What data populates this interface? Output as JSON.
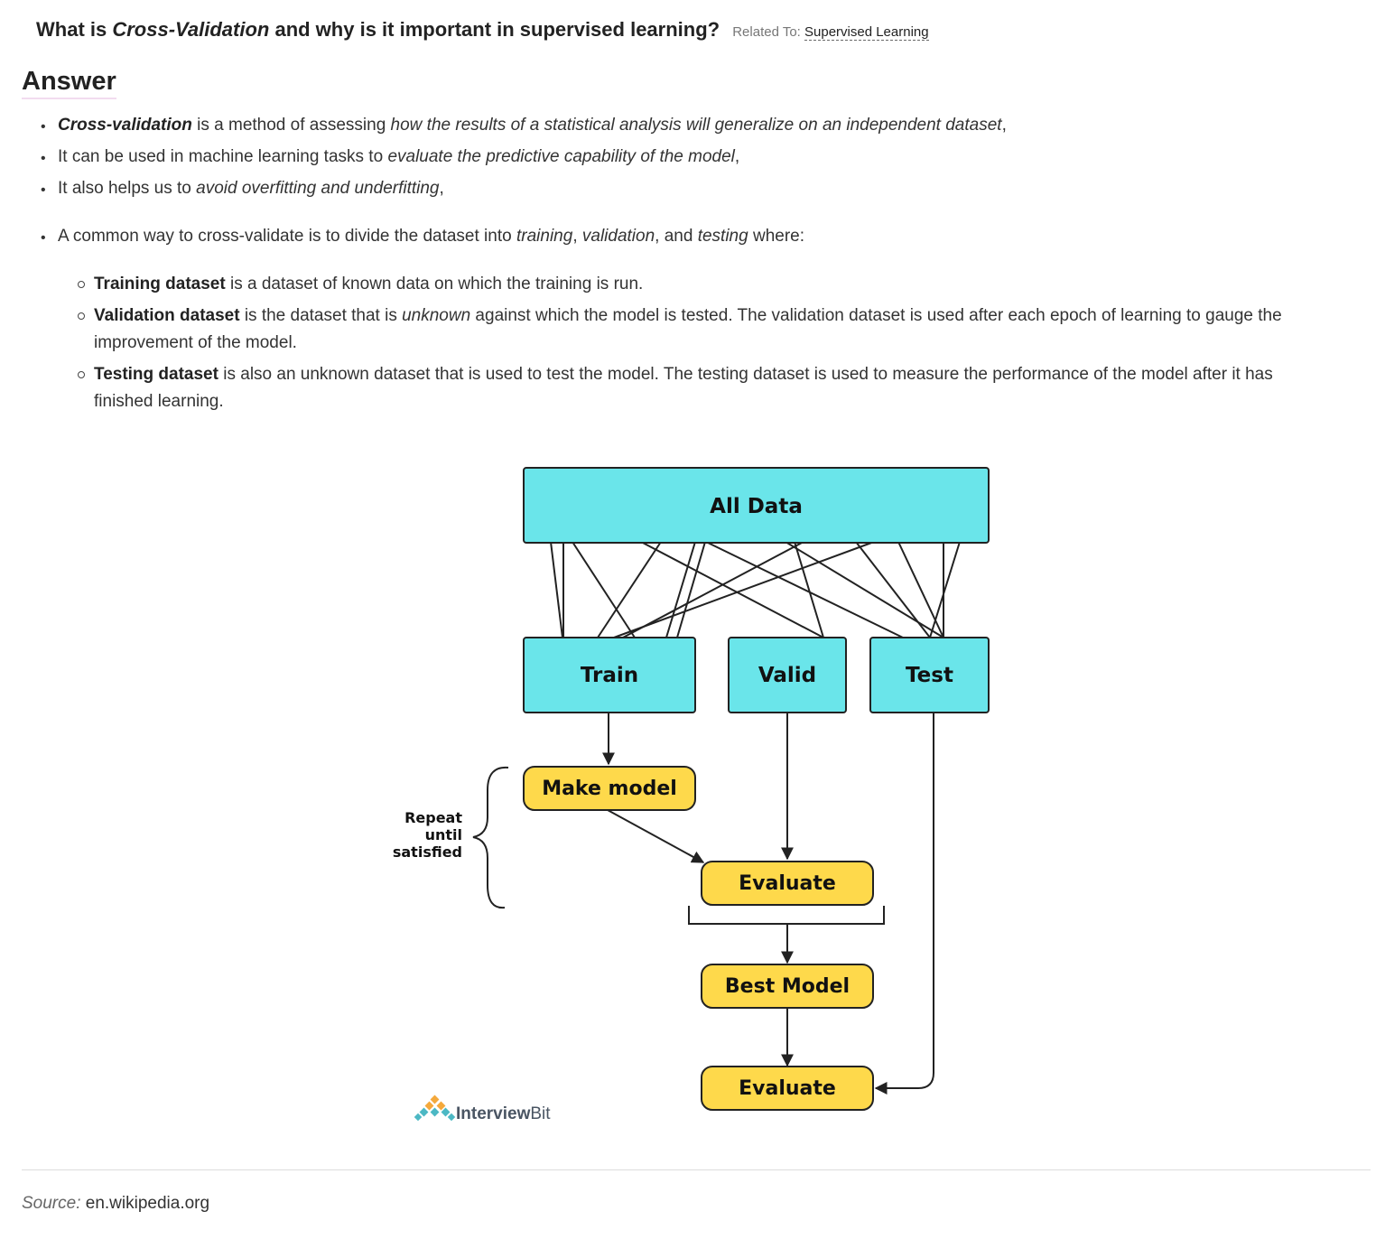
{
  "question": {
    "prefix": "What is ",
    "emphasis": "Cross-Validation",
    "suffix": " and why is it important in supervised learning?",
    "related_label": "Related To:",
    "related_link": "Supervised Learning"
  },
  "answer_heading": "Answer",
  "bullets": [
    {
      "segments": [
        [
          "bi",
          "Cross-validation"
        ],
        [
          "n",
          " is a method of assessing "
        ],
        [
          "i",
          "how the results of a statistical analysis will generalize on an independent dataset"
        ],
        [
          "n",
          ","
        ]
      ]
    },
    {
      "segments": [
        [
          "n",
          "It can be used in machine learning tasks to "
        ],
        [
          "i",
          "evaluate the predictive capability of the model"
        ],
        [
          "n",
          ","
        ]
      ]
    },
    {
      "segments": [
        [
          "n",
          "It also helps us to "
        ],
        [
          "i",
          "avoid overfitting and underfitting"
        ],
        [
          "n",
          ","
        ]
      ]
    },
    {
      "segments": [
        [
          "n",
          "A common way to cross-validate is to divide the dataset into "
        ],
        [
          "i",
          "training"
        ],
        [
          "n",
          ", "
        ],
        [
          "i",
          "validation"
        ],
        [
          "n",
          ", and "
        ],
        [
          "i",
          "testing"
        ],
        [
          "n",
          " where:"
        ]
      ]
    }
  ],
  "sub_bullets": [
    {
      "lines": [
        [
          [
            "b",
            "Training dataset"
          ],
          [
            "n",
            " is a dataset of known data on which the training is run."
          ]
        ]
      ]
    },
    {
      "lines": [
        [
          [
            "b",
            "Validation dataset"
          ],
          [
            "n",
            " is the dataset that is "
          ],
          [
            "i",
            "unknown"
          ],
          [
            "n",
            " against which the model is tested. The validation dataset is used after each epoch of learning to gauge the"
          ]
        ],
        [
          [
            "n",
            "improvement of the model."
          ]
        ]
      ]
    },
    {
      "lines": [
        [
          [
            "b",
            "Testing dataset"
          ],
          [
            "n",
            " is also an unknown dataset that is used to test the model. The testing dataset is used to measure the performance of the model after it has"
          ]
        ],
        [
          [
            "n",
            "finished learning."
          ]
        ]
      ]
    }
  ],
  "diagram": {
    "all_data": "All Data",
    "train": "Train",
    "valid": "Valid",
    "test": "Test",
    "make_model": "Make model",
    "evaluate_1": "Evaluate",
    "best_model": "Best Model",
    "evaluate_2": "Evaluate",
    "repeat_lines": [
      "Repeat",
      "until",
      "satisfied"
    ],
    "logo_text_1": "Interview",
    "logo_text_2": "Bit",
    "cyan": "#6ae5ea",
    "yellow": "#fed94b"
  },
  "source": {
    "label": "Source:",
    "value": " en.wikipedia.org"
  }
}
